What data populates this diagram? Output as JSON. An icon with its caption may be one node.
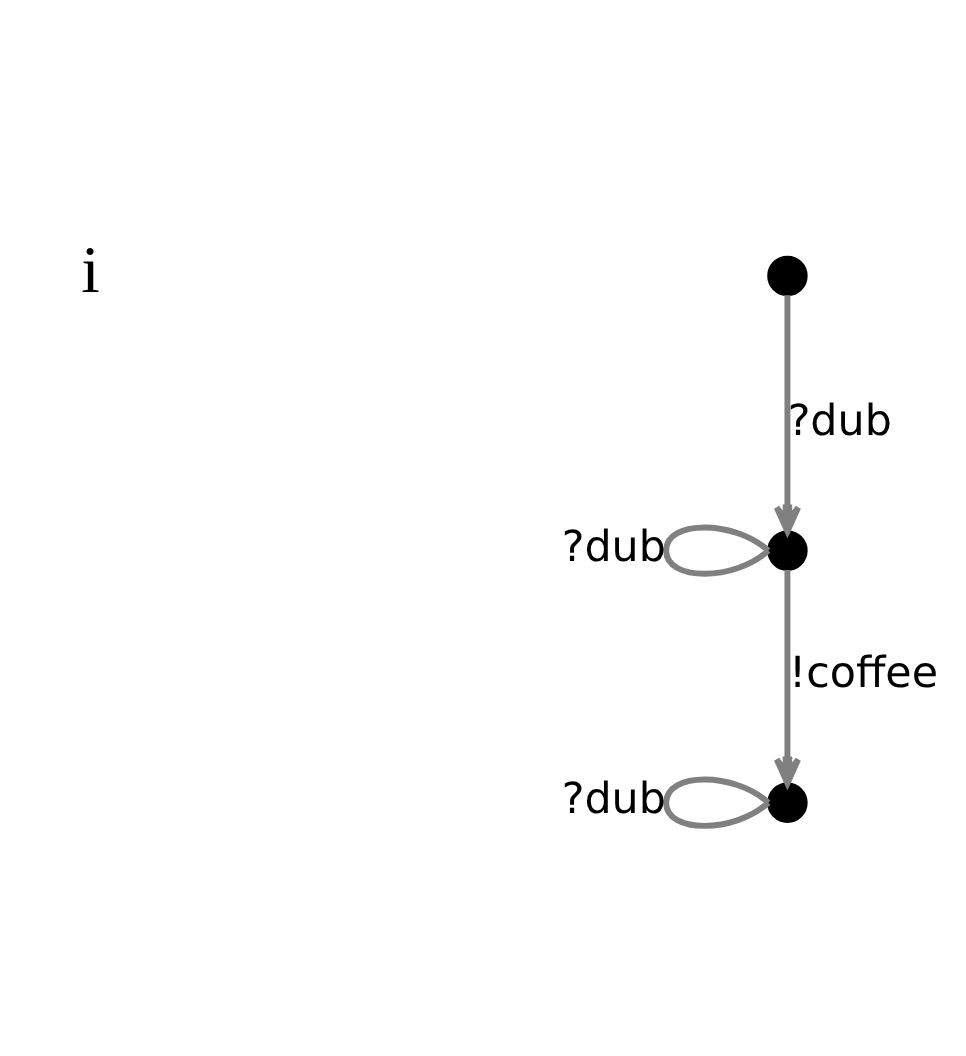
{
  "diagram": {
    "nodes": [
      {
        "text": [],
        "shape": "circle"
      },
      {
        "text": [],
        "shape": "circle"
      },
      {
        "text": [],
        "shape": "circle"
      }
    ],
    "edges": [
      {
        "from": 0,
        "to": 1,
        "arrow": "to",
        "label": "?dub"
      },
      {
        "from": 1,
        "to": 1,
        "arrow": "none",
        "label": "?dub"
      },
      {
        "from": 1,
        "to": 2,
        "arrow": "to",
        "label": "!coffee"
      },
      {
        "from": 2,
        "to": 2,
        "arrow": "none",
        "label": "?dub"
      }
    ],
    "labels": [
      "i"
    ]
  }
}
